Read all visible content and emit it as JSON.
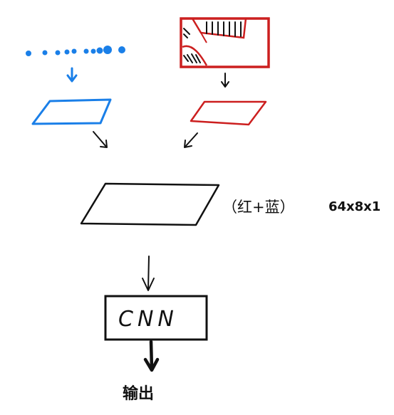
{
  "colors": {
    "blue": "#1a7fe8",
    "red": "#cc1f1f",
    "black": "#111111"
  },
  "icons": {
    "blue_arrow": "arrow-down-icon",
    "red_arrow": "arrow-down-icon"
  },
  "merged_label": "（红+蓝）",
  "merged_dims": "64x8x1",
  "cnn_label": "CNN",
  "output_label": "输出"
}
